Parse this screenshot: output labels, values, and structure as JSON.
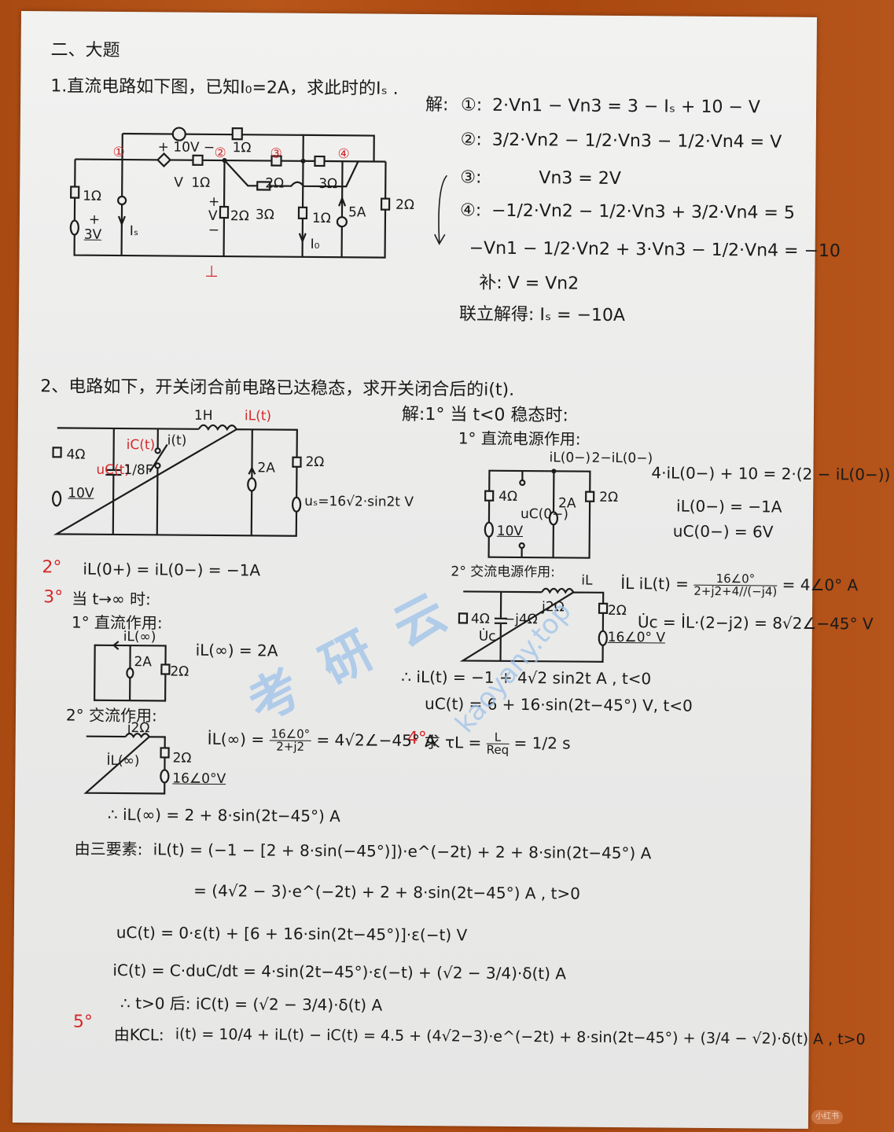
{
  "section_title": "二、大题",
  "problem1": {
    "statement": "1.直流电路如下图，已知I₀=2A，求此时的Iₛ .",
    "circuit": {
      "nodes": [
        "①",
        "②",
        "③",
        "④"
      ],
      "ground": "⊥",
      "labels": {
        "vs_top": "+ 10V −",
        "r_top": "1Ω",
        "r_left": "1Ω",
        "vs_left": "3V",
        "vs_left_plus": "+",
        "is": "Iₛ",
        "dep_src_ctrl": "V",
        "r_dep": "1Ω",
        "v_plus": "+",
        "v_label": "V",
        "v_minus": "−",
        "r_v": "2Ω",
        "r_23": "2Ω",
        "r_cross": "3Ω",
        "r_34": "3Ω",
        "r_3g": "1Ω",
        "i0": "I₀",
        "cs_5a": "5A",
        "r_right": "2Ω"
      }
    },
    "solution": {
      "label": "解:",
      "eq1_tag": "①:",
      "eq1": "2·Vn1 − Vn3 = 3 − Iₛ + 10 − V",
      "eq2_tag": "②:",
      "eq2": "3/2·Vn2 − 1/2·Vn3 − 1/2·Vn4 = V",
      "eq3_tag": "③:",
      "eq3": "Vn3 = 2V",
      "eq4_tag": "④:",
      "eq4": "−1/2·Vn2 − 1/2·Vn3 + 3/2·Vn4 = 5",
      "eq5": "−Vn1 − 1/2·Vn2 + 3·Vn3 − 1/2·Vn4 = −10",
      "supp": "补: V = Vn2",
      "result": "联立解得: Iₛ = −10A"
    }
  },
  "problem2": {
    "statement": "2、电路如下，开关闭合前电路已达稳态，求开关闭合后的i(t).",
    "circuit": {
      "inductor": "1H",
      "il": "iL(t)",
      "ic": "iC(t)",
      "it": "i(t)",
      "uc": "uC(t)",
      "cap": "1/8F",
      "r_left": "4Ω",
      "vs_left": "10V",
      "cs": "2A",
      "r_right": "2Ω",
      "us": "uₛ=16√2·sin2t V"
    },
    "sol_header": "解:1° 当 t<0 稳态时:",
    "dc_title": "1° 直流电源作用:",
    "dc_circuit": {
      "il": "iL(0−)",
      "il2": "2−iL(0−)",
      "r4": "4Ω",
      "uc": "uC(0−)",
      "v10": "10V",
      "cs": "2A",
      "r2": "2Ω"
    },
    "dc_eq1": "4·iL(0−) + 10 = 2·(2 − iL(0−))",
    "dc_eq2": "iL(0−) = −1A",
    "dc_eq3": "uC(0−) = 6V",
    "ac_title": "2° 交流电源作用:",
    "ac_circuit": {
      "il": "iL",
      "jl": "j2Ω",
      "r4": "4Ω",
      "cap": "−j4Ω",
      "uc": "U̇c",
      "r2": "2Ω",
      "src": "16∠0° V"
    },
    "ac_eq1_lhs": "İL iL(t) =",
    "ac_eq1_num": "16∠0°",
    "ac_eq1_den": "2+j2+4//(−j4)",
    "ac_eq1_rhs": "= 4∠0° A",
    "ac_eq2": "U̇c = İL·(2−j2) = 8√2∠−45° V",
    "t_lt0_il": "∴ iL(t) = −1 + 4√2 sin2t A , t<0",
    "t_lt0_uc": "uC(t) = 6 + 16·sin(2t−45°) V, t<0",
    "step2_tag": "2°",
    "step2": "iL(0+) = iL(0−) = −1A",
    "step3_tag": "3°",
    "step3": "当 t→∞ 时:",
    "step3_dc": "1° 直流作用:",
    "inf_dc_circuit": {
      "il": "iL(∞)",
      "cs": "2A",
      "r2": "2Ω"
    },
    "inf_dc_eq": "iL(∞) = 2A",
    "step3_ac": "2° 交流作用:",
    "inf_ac_circuit": {
      "jl": "j2Ω",
      "il": "İL(∞)",
      "r2": "2Ω",
      "src": "16∠0°V"
    },
    "inf_ac_lhs": "İL(∞) =",
    "inf_ac_num": "16∠0°",
    "inf_ac_den": "2+j2",
    "inf_ac_rhs": "= 4√2∠−45° A",
    "inf_total": "∴ iL(∞) = 2 + 8·sin(2t−45°) A",
    "step4_tag": "4°",
    "step4_lhs": "求 τL =",
    "step4_num": "L",
    "step4_den": "Req",
    "step4_rhs": "= 1/2 s",
    "three_elem_label": "由三要素:",
    "three_elem_line1": "iL(t) = (−1 − [2 + 8·sin(−45°)])·e^(−2t) + 2 + 8·sin(2t−45°) A",
    "three_elem_line2": "= (4√2 − 3)·e^(−2t) + 2 + 8·sin(2t−45°) A , t>0",
    "uc_t": "uC(t) = 0·ε(t) + [6 + 16·sin(2t−45°)]·ε(−t) V",
    "ic_t": "iC(t) = C·duC/dt = 4·sin(2t−45°)·ε(−t) + (√2 − 3/4)·δ(t) A",
    "ic_after": "∴ t>0 后: iC(t) = (√2 − 3/4)·δ(t) A",
    "step5_tag": "5°",
    "kcl_label": "由KCL:",
    "kcl_eq": "i(t) = 10/4 + iL(t) − iC(t) = 4.5 + (4√2−3)·e^(−2t) + 8·sin(2t−45°) + (3/4 − √2)·δ(t) A , t>0"
  },
  "watermark": {
    "chars": "考研云",
    "url": "kaoyany.top"
  },
  "corner_badge": "小红书",
  "colors": {
    "ink": "#1a1a1a",
    "red_ink": "#d42a2a",
    "watermark": "#9dc2ea",
    "paper": "#ededec",
    "wood": "#b0501a"
  }
}
